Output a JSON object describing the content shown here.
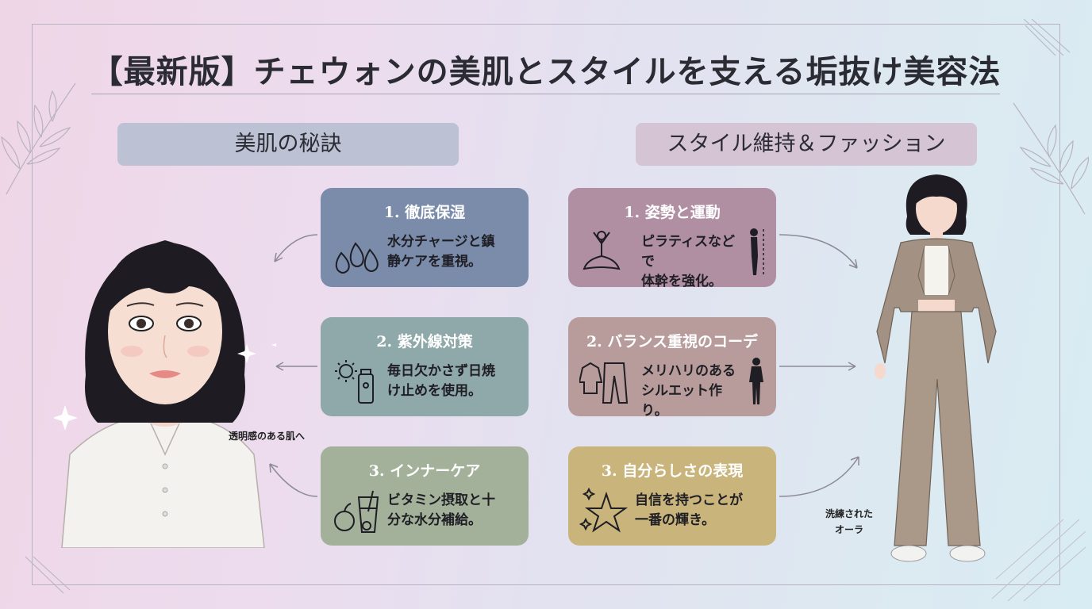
{
  "title": "【最新版】チェウォンの美肌とスタイルを支える垢抜け美容法",
  "left_section": {
    "heading": "美肌の秘訣",
    "caption": "透明感のある肌へ",
    "cards": [
      {
        "title": "1. 徹底保湿",
        "text_line1": "水分チャージと鎮",
        "text_line2": "静ケアを重視。",
        "icon": "water-drops-icon"
      },
      {
        "title": "2. 紫外線対策",
        "text_line1": "毎日欠かさず日焼",
        "text_line2": "け止めを使用。",
        "icon": "sun-sunscreen-icon"
      },
      {
        "title": "3. インナーケア",
        "text_line1": "ビタミン摂取と十",
        "text_line2": "分な水分補給。",
        "icon": "fruit-drink-icon"
      }
    ]
  },
  "right_section": {
    "heading": "スタイル維持＆ファッション",
    "caption_line1": "洗練された",
    "caption_line2": "オーラ",
    "cards": [
      {
        "title": "1. 姿勢と運動",
        "text_line1": "ピラティスなどで",
        "text_line2": "体幹を強化。",
        "icon": "yoga-pose-icon"
      },
      {
        "title": "2. バランス重視のコーデ",
        "text_line1": "メリハリのある",
        "text_line2": "シルエット作り。",
        "icon": "outfit-icon"
      },
      {
        "title": "3. 自分らしさの表現",
        "text_line1": "自信を持つことが",
        "text_line2": "一番の輝き。",
        "icon": "sparkle-star-icon"
      }
    ]
  },
  "colors": {
    "card_blue": "#7b8cab",
    "card_teal": "#8fa8a9",
    "card_sage": "#a4b19a",
    "card_mauve": "#b08fa3",
    "card_rose": "#b89c9c",
    "card_gold": "#c9b57c"
  }
}
